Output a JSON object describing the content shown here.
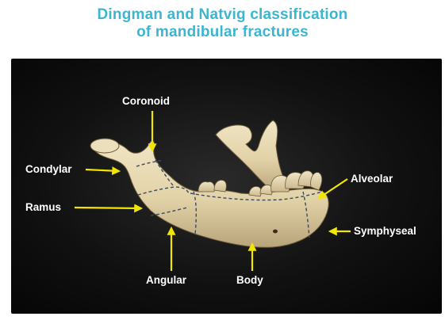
{
  "title": {
    "line1": "Dingman and Natvig classification",
    "line2": "of mandibular fractures"
  },
  "labels": {
    "coronoid": "Coronoid",
    "condylar": "Condylar",
    "ramus": "Ramus",
    "alveolar": "Alveolar",
    "symphyseal": "Symphyseal",
    "angular": "Angular",
    "body": "Body"
  },
  "colors": {
    "title": "#3db5cf",
    "arrow": "#f2e600",
    "label": "#ffffff",
    "fracture_line": "#3a4a60",
    "bone": "#e7d8b2",
    "background": "#111111"
  }
}
